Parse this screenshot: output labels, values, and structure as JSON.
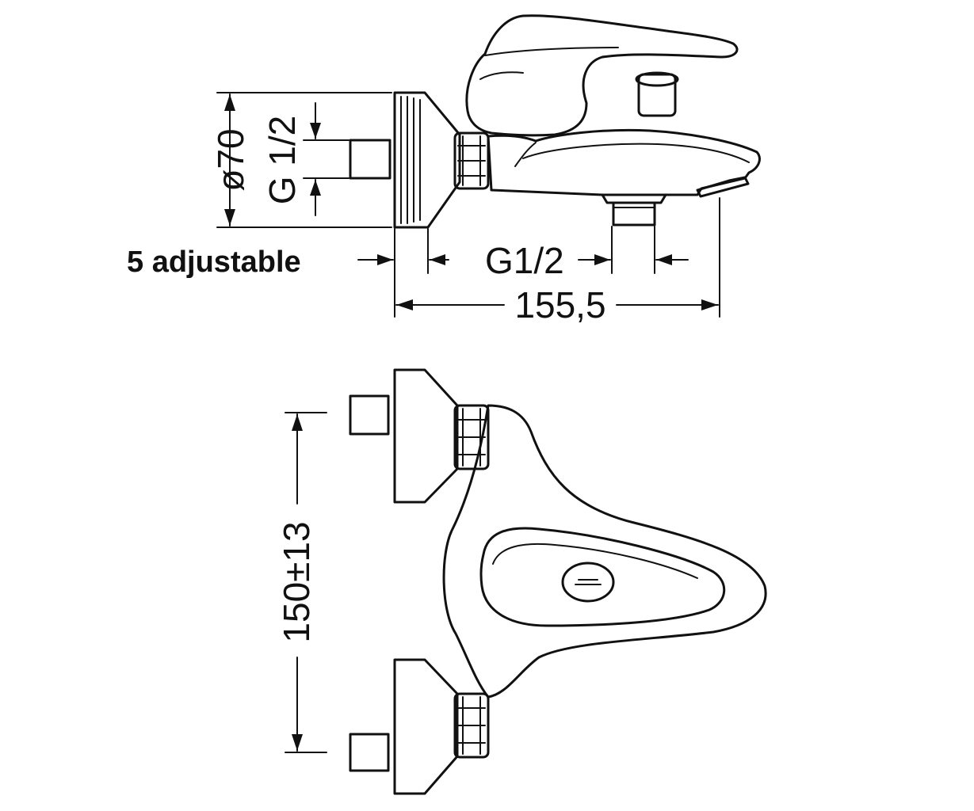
{
  "labels": {
    "diameter": "ø70",
    "thread_inlet": "G 1/2",
    "adjustable": "5 adjustable",
    "thread_outlet": "G1/2",
    "length": "155,5",
    "spacing": "150±13"
  },
  "colors": {
    "ink": "#111111",
    "background": "#ffffff"
  }
}
